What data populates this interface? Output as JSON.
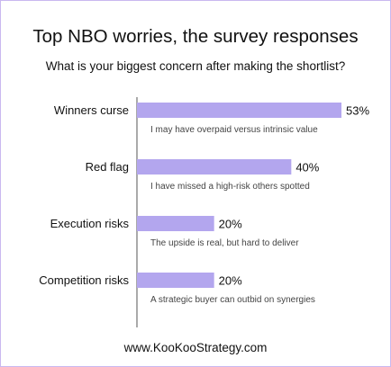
{
  "chart_data": {
    "type": "bar",
    "orientation": "horizontal",
    "title": "Top NBO worries, the survey responses",
    "subtitle": "What is your biggest concern after making the shortlist?",
    "categories": [
      "Winners curse",
      "Red flag",
      "Execution risks",
      "Competition risks"
    ],
    "values": [
      53,
      40,
      20,
      20
    ],
    "value_labels": [
      "53%",
      "40%",
      "20%",
      "20%"
    ],
    "annotations": [
      "I may have overpaid versus intrinsic value",
      "I have missed a high-risk others  spotted",
      "The upside is real, but hard to deliver",
      "A strategic buyer can outbid on synergies"
    ],
    "xlim": [
      0,
      53
    ],
    "grid": false,
    "bar_color": "#b3a6ee"
  },
  "footer": "www.KooKooStrategy.com"
}
